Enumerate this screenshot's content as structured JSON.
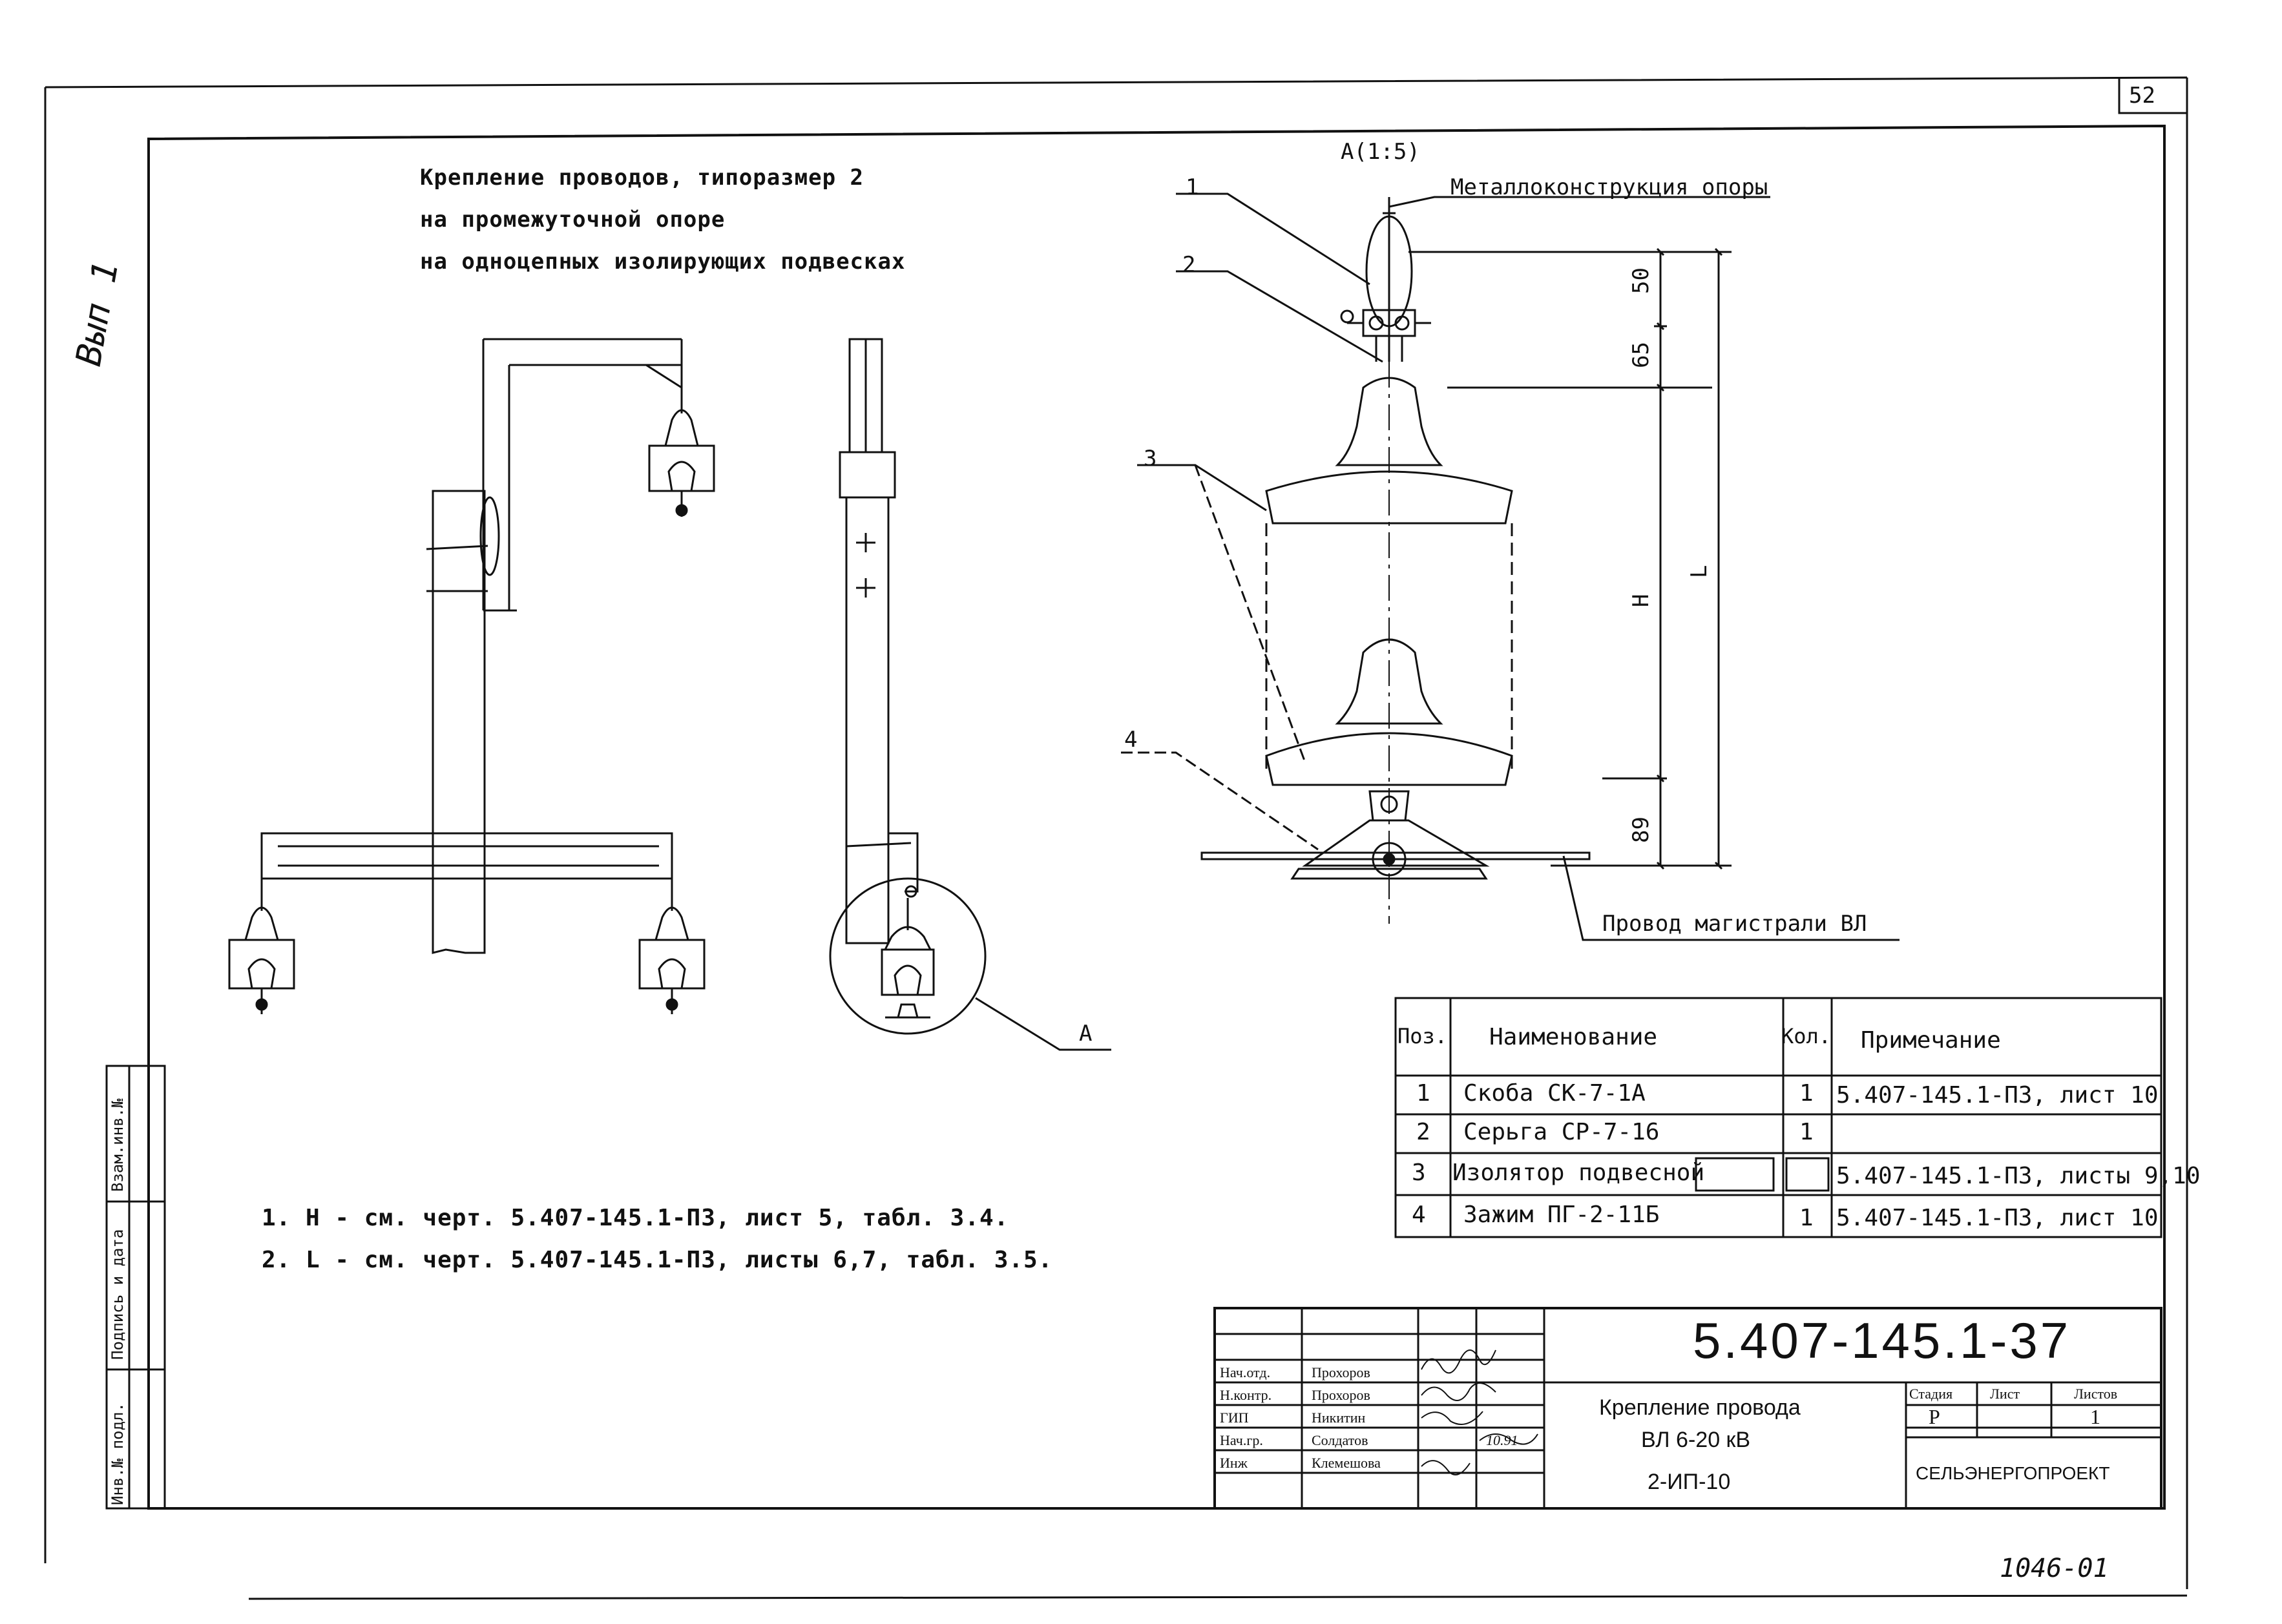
{
  "sheet_number": "52",
  "vertical_mark": "Вып 1",
  "drawing_title": [
    "Крепление проводов, типоразмер 2",
    "на промежуточной опоре",
    "на одноцепных изолирующих подвесках"
  ],
  "detail": {
    "view_label": "А(1:5)",
    "callout_label": "А",
    "positions": [
      "1",
      "2",
      "3",
      "4"
    ],
    "support_label": "Металлоконструкция опоры",
    "wire_label": "Провод магистрали ВЛ",
    "dims": [
      "50",
      "65",
      "Н",
      "L",
      "89"
    ]
  },
  "notes": [
    "1. Н - см. черт. 5.407-145.1-ПЗ, лист 5, табл. 3.4.",
    "2. L - см. черт. 5.407-145.1-ПЗ, листы 6,7, табл. 3.5."
  ],
  "spec_table": {
    "headers": [
      "Поз.",
      "Наименование",
      "Кол.",
      "Примечание"
    ],
    "rows": [
      {
        "pos": "1",
        "name": "Скоба СК-7-1А",
        "qty": "1",
        "note": "5.407-145.1-ПЗ, лист 10"
      },
      {
        "pos": "2",
        "name": "Серьга СР-7-16",
        "qty": "1",
        "note": ""
      },
      {
        "pos": "3",
        "name": "Изолятор подвесной",
        "qty": "",
        "note": "5.407-145.1-ПЗ, листы 9,10"
      },
      {
        "pos": "4",
        "name": "Зажим ПГ-2-11Б",
        "qty": "1",
        "note": "5.407-145.1-ПЗ, лист 10"
      }
    ]
  },
  "left_stamp": [
    "Инв.№ подл.",
    "Подпись и дата",
    "Взам.инв.№"
  ],
  "title_block": {
    "code": "5.407-145.1-37",
    "roles": [
      "Нач.отд.",
      "Н.контр.",
      "ГИП",
      "Нач.гр.",
      "Инж"
    ],
    "names": [
      "Прохоров",
      "Прохоров",
      "Никитин",
      "Солдатов",
      "Клемешова"
    ],
    "date": "10.91",
    "title_lines": [
      "Крепление провода",
      "ВЛ 6-20 кВ",
      "2-ИП-10"
    ],
    "stage_headers": [
      "Стадия",
      "Лист",
      "Листов"
    ],
    "stage": "Р",
    "sheets": "1",
    "organization": "СЕЛЬЭНЕРГОПРОЕКТ"
  },
  "bottom_mark": "1046-01"
}
